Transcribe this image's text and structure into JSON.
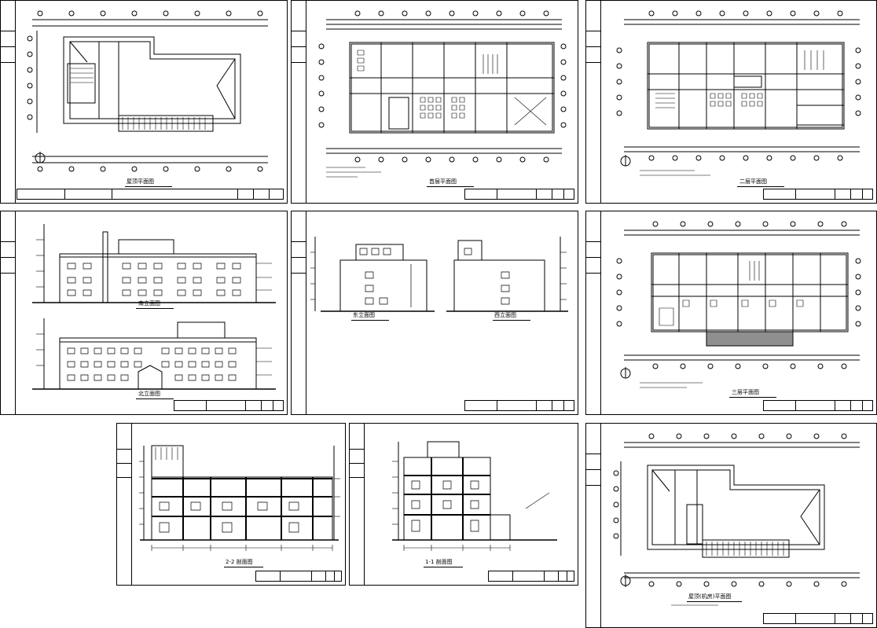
{
  "sheets": [
    {
      "id": "roof_plan_a",
      "caption": "屋顶平面图"
    },
    {
      "id": "floor1_plan",
      "caption": "首层平面图"
    },
    {
      "id": "floor2_plan",
      "caption": "二层平面图"
    },
    {
      "id": "elev_front_back",
      "caption_top": "南立面图",
      "caption_bottom": "北立面图"
    },
    {
      "id": "elev_sides",
      "caption_left": "东立面图",
      "caption_right": "西立面图"
    },
    {
      "id": "floor3_plan",
      "caption": "三层平面图"
    },
    {
      "id": "section_22",
      "caption": "2-2 剖面图"
    },
    {
      "id": "section_11",
      "caption": "1-1 剖面图"
    },
    {
      "id": "roof_plan_b",
      "caption": "屋顶(机房)平面图"
    }
  ],
  "colors": {
    "line": "#000000",
    "paper": "#ffffff",
    "hatch": "#333333"
  }
}
